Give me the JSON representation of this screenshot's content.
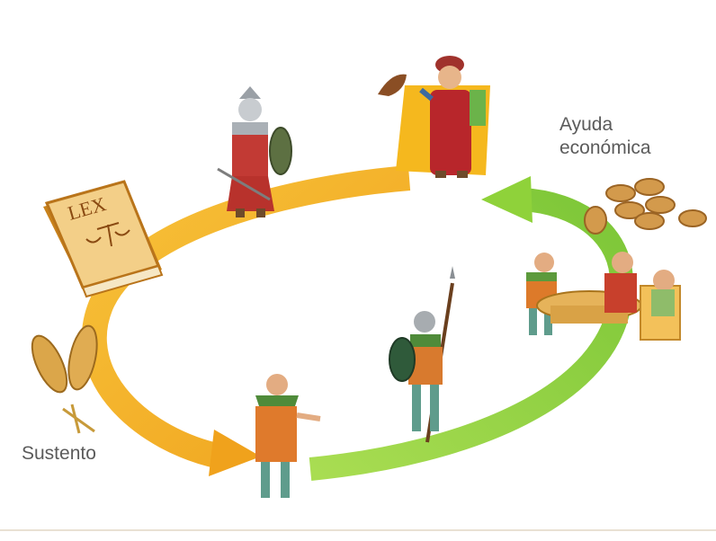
{
  "labels": {
    "economic_aid": [
      "Ayuda",
      "económica"
    ],
    "sustenance": "Sustento"
  },
  "book": {
    "title": "LEX"
  },
  "colors": {
    "orange_arrow": "#f5b320",
    "orange_arrow_dark": "#e58a12",
    "green_arrow": "#8fd23a",
    "green_arrow_light": "#c9ea7a",
    "coin": "#d39a4c",
    "text": "#5b5b5b"
  },
  "icons": [
    "law-book-icon",
    "wheat-icon",
    "knight-icon",
    "lord-with-falcon-icon",
    "coins-icon",
    "council-at-table-icon",
    "soldier-with-spear-icon",
    "peasant-icon"
  ]
}
